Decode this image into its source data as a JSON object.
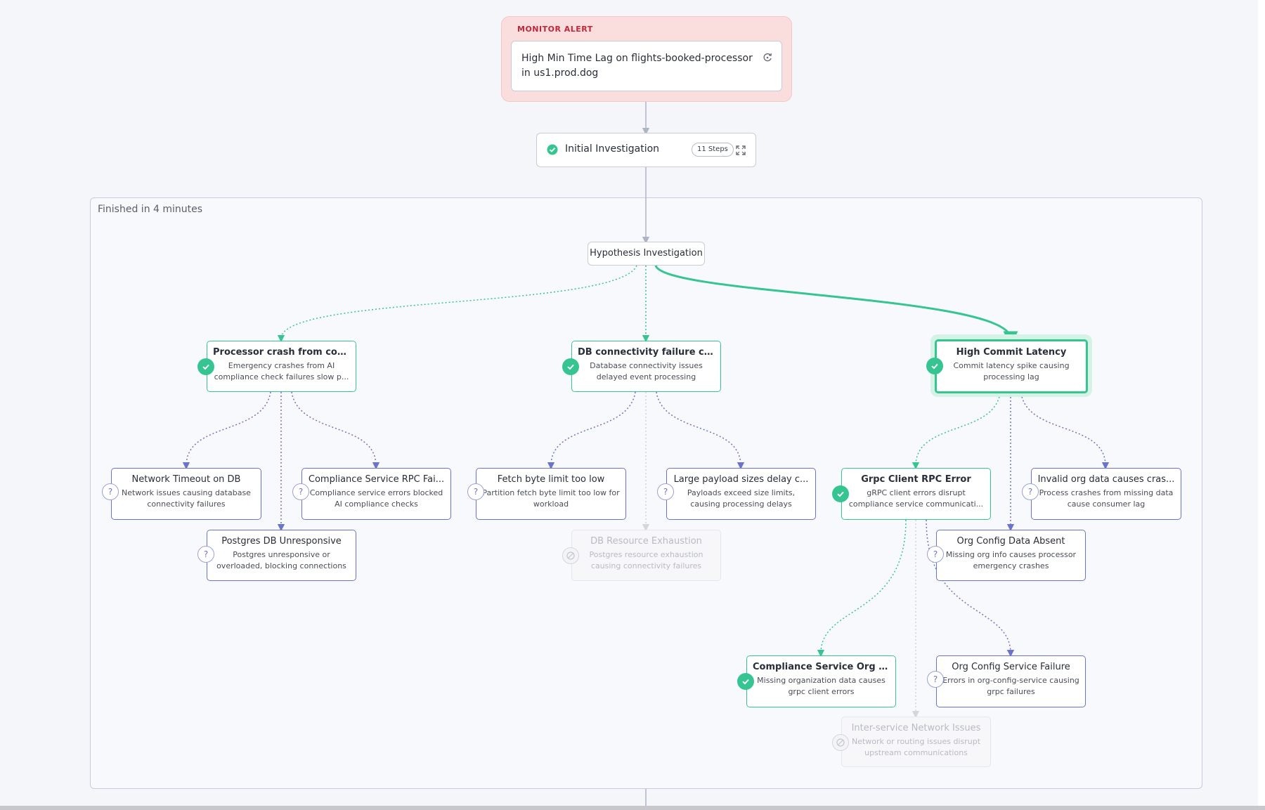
{
  "alert": {
    "label": "MONITOR ALERT",
    "title": "High Min Time Lag on flights-booked-processor in us1.prod.dog",
    "icon": "refresh-icon"
  },
  "initial": {
    "title": "Initial Investigation",
    "steps": "11 Steps",
    "status": "complete"
  },
  "group": {
    "label": "Finished in 4 minutes"
  },
  "hypothesis": {
    "label": "Hypothesis Investigation"
  },
  "nodes": {
    "processor_crash": {
      "title": "Processor crash from com...",
      "desc": "Emergency crashes from AI compliance check failures slow p...",
      "status": "validated"
    },
    "db_connectivity": {
      "title": "DB connectivity failure ca...",
      "desc": "Database connectivity issues delayed event processing",
      "status": "validated"
    },
    "high_commit": {
      "title": "High Commit Latency",
      "desc": "Commit latency spike causing processing lag",
      "status": "root-cause"
    },
    "network_timeout": {
      "title": "Network Timeout on DB",
      "desc": "Network issues causing database connectivity failures",
      "status": "unknown"
    },
    "compliance_rpc": {
      "title": "Compliance Service RPC Fai...",
      "desc": "Compliance service errors blocked AI compliance checks",
      "status": "unknown"
    },
    "postgres_unresponsive": {
      "title": "Postgres DB Unresponsive",
      "desc": "Postgres unresponsive or overloaded, blocking connections",
      "status": "unknown"
    },
    "fetch_byte": {
      "title": "Fetch byte limit too low",
      "desc": "Partition fetch byte limit too low for workload",
      "status": "unknown"
    },
    "large_payload": {
      "title": "Large payload sizes delay c...",
      "desc": "Payloads exceed size limits, causing processing delays",
      "status": "unknown"
    },
    "db_resource": {
      "title": "DB Resource Exhaustion",
      "desc": "Postgres resource exhaustion causing connectivity failures",
      "status": "ruled-out"
    },
    "grpc_client": {
      "title": "Grpc Client RPC Error",
      "desc": "gRPC client errors disrupt compliance service communicati...",
      "status": "validated"
    },
    "invalid_org": {
      "title": "Invalid org data causes cras...",
      "desc": "Process crashes from missing data cause consumer lag",
      "status": "unknown"
    },
    "org_config_absent": {
      "title": "Org Config Data Absent",
      "desc": "Missing org info causes processor emergency crashes",
      "status": "unknown"
    },
    "compliance_org": {
      "title": "Compliance Service Org D...",
      "desc": "Missing organization data causes grpc client errors",
      "status": "validated"
    },
    "org_config_failure": {
      "title": "Org Config Service Failure",
      "desc": "Errors in org-config-service causing grpc failures",
      "status": "unknown"
    },
    "inter_service": {
      "title": "Inter-service Network Issues",
      "desc": "Network or routing issues disrupt upstream communications",
      "status": "ruled-out"
    }
  },
  "colors": {
    "validated": "#36c590",
    "pending": "#6b74cc",
    "ruled_out": "#d4d6dc",
    "alert_bg": "#fadddd",
    "alert_text": "#c0273a"
  }
}
